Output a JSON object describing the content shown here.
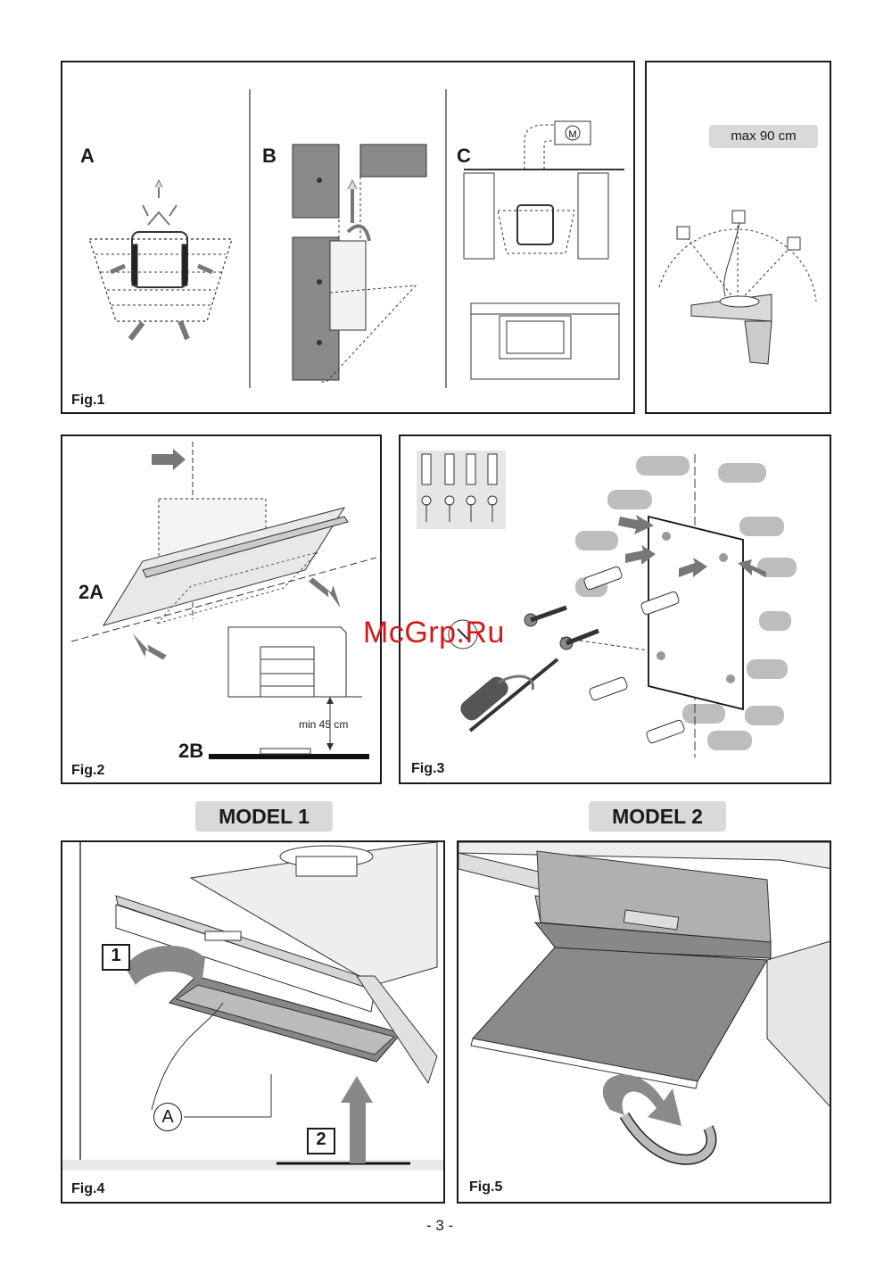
{
  "fig1": {
    "label": "Fig.1",
    "options": [
      "A",
      "B",
      "C"
    ],
    "motor_symbol": "M"
  },
  "fig1b": {
    "max_label": "max 90 cm"
  },
  "fig2": {
    "label": "Fig.2",
    "sub_a": "2A",
    "sub_b": "2B",
    "min_label": "min 45 cm"
  },
  "fig3": {
    "label": "Fig.3"
  },
  "watermark": "McGrp.Ru",
  "models": {
    "model1": "MODEL 1",
    "model2": "MODEL 2"
  },
  "fig4": {
    "label": "Fig.4",
    "step1": "1",
    "step2": "2",
    "part": "A"
  },
  "fig5": {
    "label": "Fig.5"
  },
  "page_number": "- 3 -",
  "colors": {
    "wall_gray": "#8a8a8a",
    "arrow_gray": "#777777",
    "panel_gray": "#d9d9d9",
    "watermark_red": "#d21a1a"
  }
}
